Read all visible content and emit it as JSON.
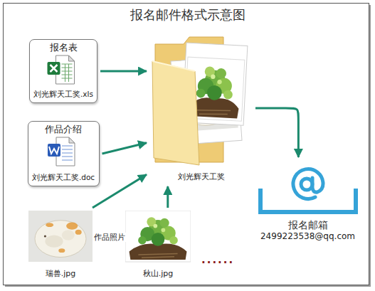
{
  "diagram": {
    "title": "报名邮件格式示意图",
    "nodes": [
      {
        "text": [
          "报名表",
          "刘光辉天工奖.xls"
        ]
      },
      {
        "text": [
          "作品介绍",
          "刘光辉天工奖.doc"
        ]
      },
      {
        "text": [
          "瑞兽.jpg"
        ]
      },
      {
        "text": [
          "秋山.jpg"
        ]
      },
      {
        "text": [
          "刘光辉天工奖"
        ]
      },
      {
        "text": [
          "报名邮箱",
          "2499223538@qq.com"
        ]
      }
    ],
    "edges": [
      {
        "from": 0,
        "to": 4,
        "arrow": "to"
      },
      {
        "from": 1,
        "to": 4,
        "arrow": "to"
      },
      {
        "from": 2,
        "to": 4,
        "arrow": "to"
      },
      {
        "from": 3,
        "to": 4,
        "arrow": "to"
      },
      {
        "from": 4,
        "to": 5,
        "arrow": "to"
      }
    ],
    "labels": [
      "作品照片",
      "......"
    ]
  }
}
